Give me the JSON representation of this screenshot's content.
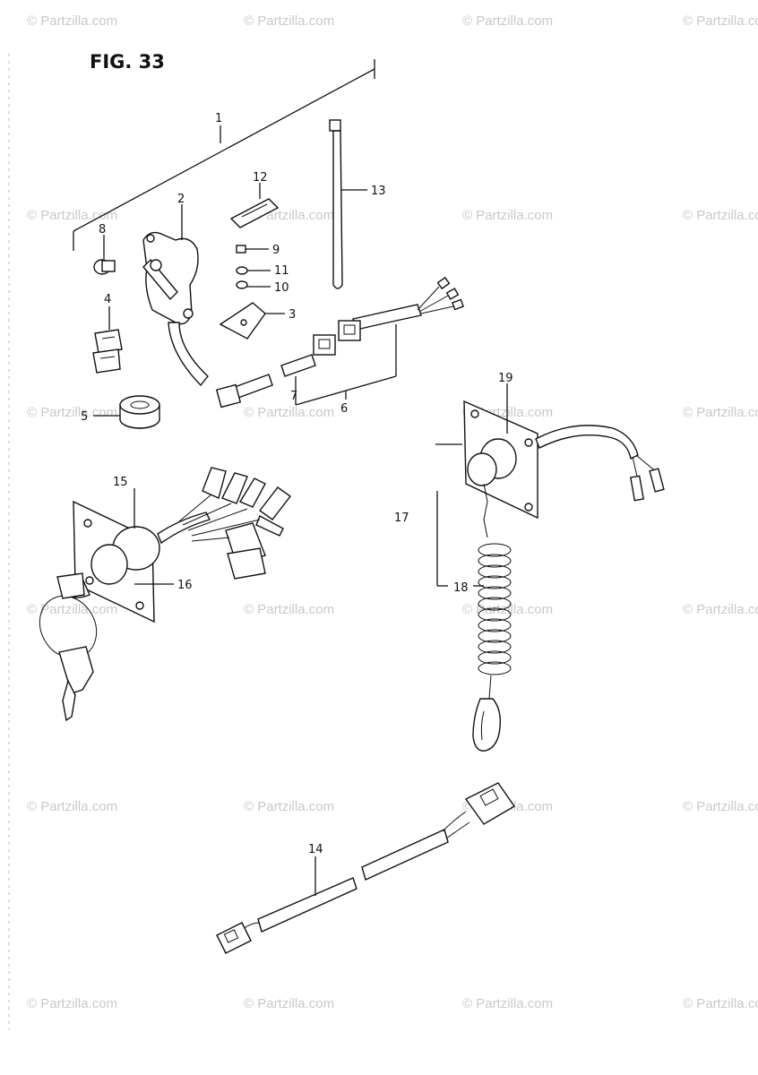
{
  "figure_title": "FIG. 33",
  "watermark_text": "© Partzilla.com",
  "callouts": [
    "1",
    "2",
    "3",
    "4",
    "5",
    "6",
    "7",
    "8",
    "9",
    "10",
    "11",
    "12",
    "13",
    "14",
    "15",
    "16",
    "17",
    "18",
    "19"
  ],
  "colors": {
    "ink": "#111111",
    "watermark": "#c9c9c9",
    "background": "#ffffff"
  }
}
